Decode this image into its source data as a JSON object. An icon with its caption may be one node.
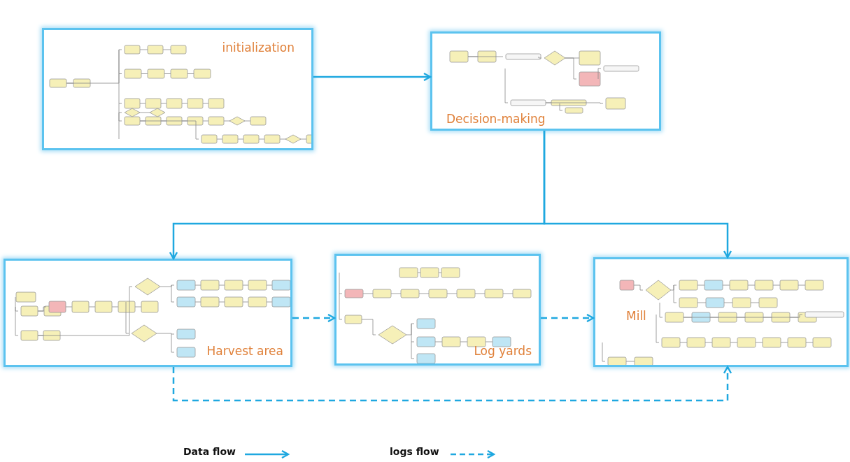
{
  "diagram": {
    "nodes": [
      {
        "text": [
          "initialization"
        ]
      },
      {
        "text": [
          "Decision-making"
        ]
      },
      {
        "text": [
          "Harvest area"
        ]
      },
      {
        "text": [
          "Log yards"
        ]
      },
      {
        "text": [
          "Mill"
        ]
      }
    ],
    "edges": [
      {
        "from": 0,
        "to": 1,
        "arrow": "to"
      },
      {
        "from": 1,
        "to": 2,
        "arrow": "to"
      },
      {
        "from": 1,
        "to": 4,
        "arrow": "to"
      },
      {
        "from": 2,
        "to": 3,
        "arrow": "to",
        "style": "dashed"
      },
      {
        "from": 3,
        "to": 4,
        "arrow": "to",
        "style": "dashed"
      },
      {
        "from": 2,
        "to": 4,
        "arrow": "to",
        "style": "dashed"
      }
    ],
    "legend": [
      {
        "text": "Data flow"
      },
      {
        "text": "logs flow"
      }
    ]
  }
}
